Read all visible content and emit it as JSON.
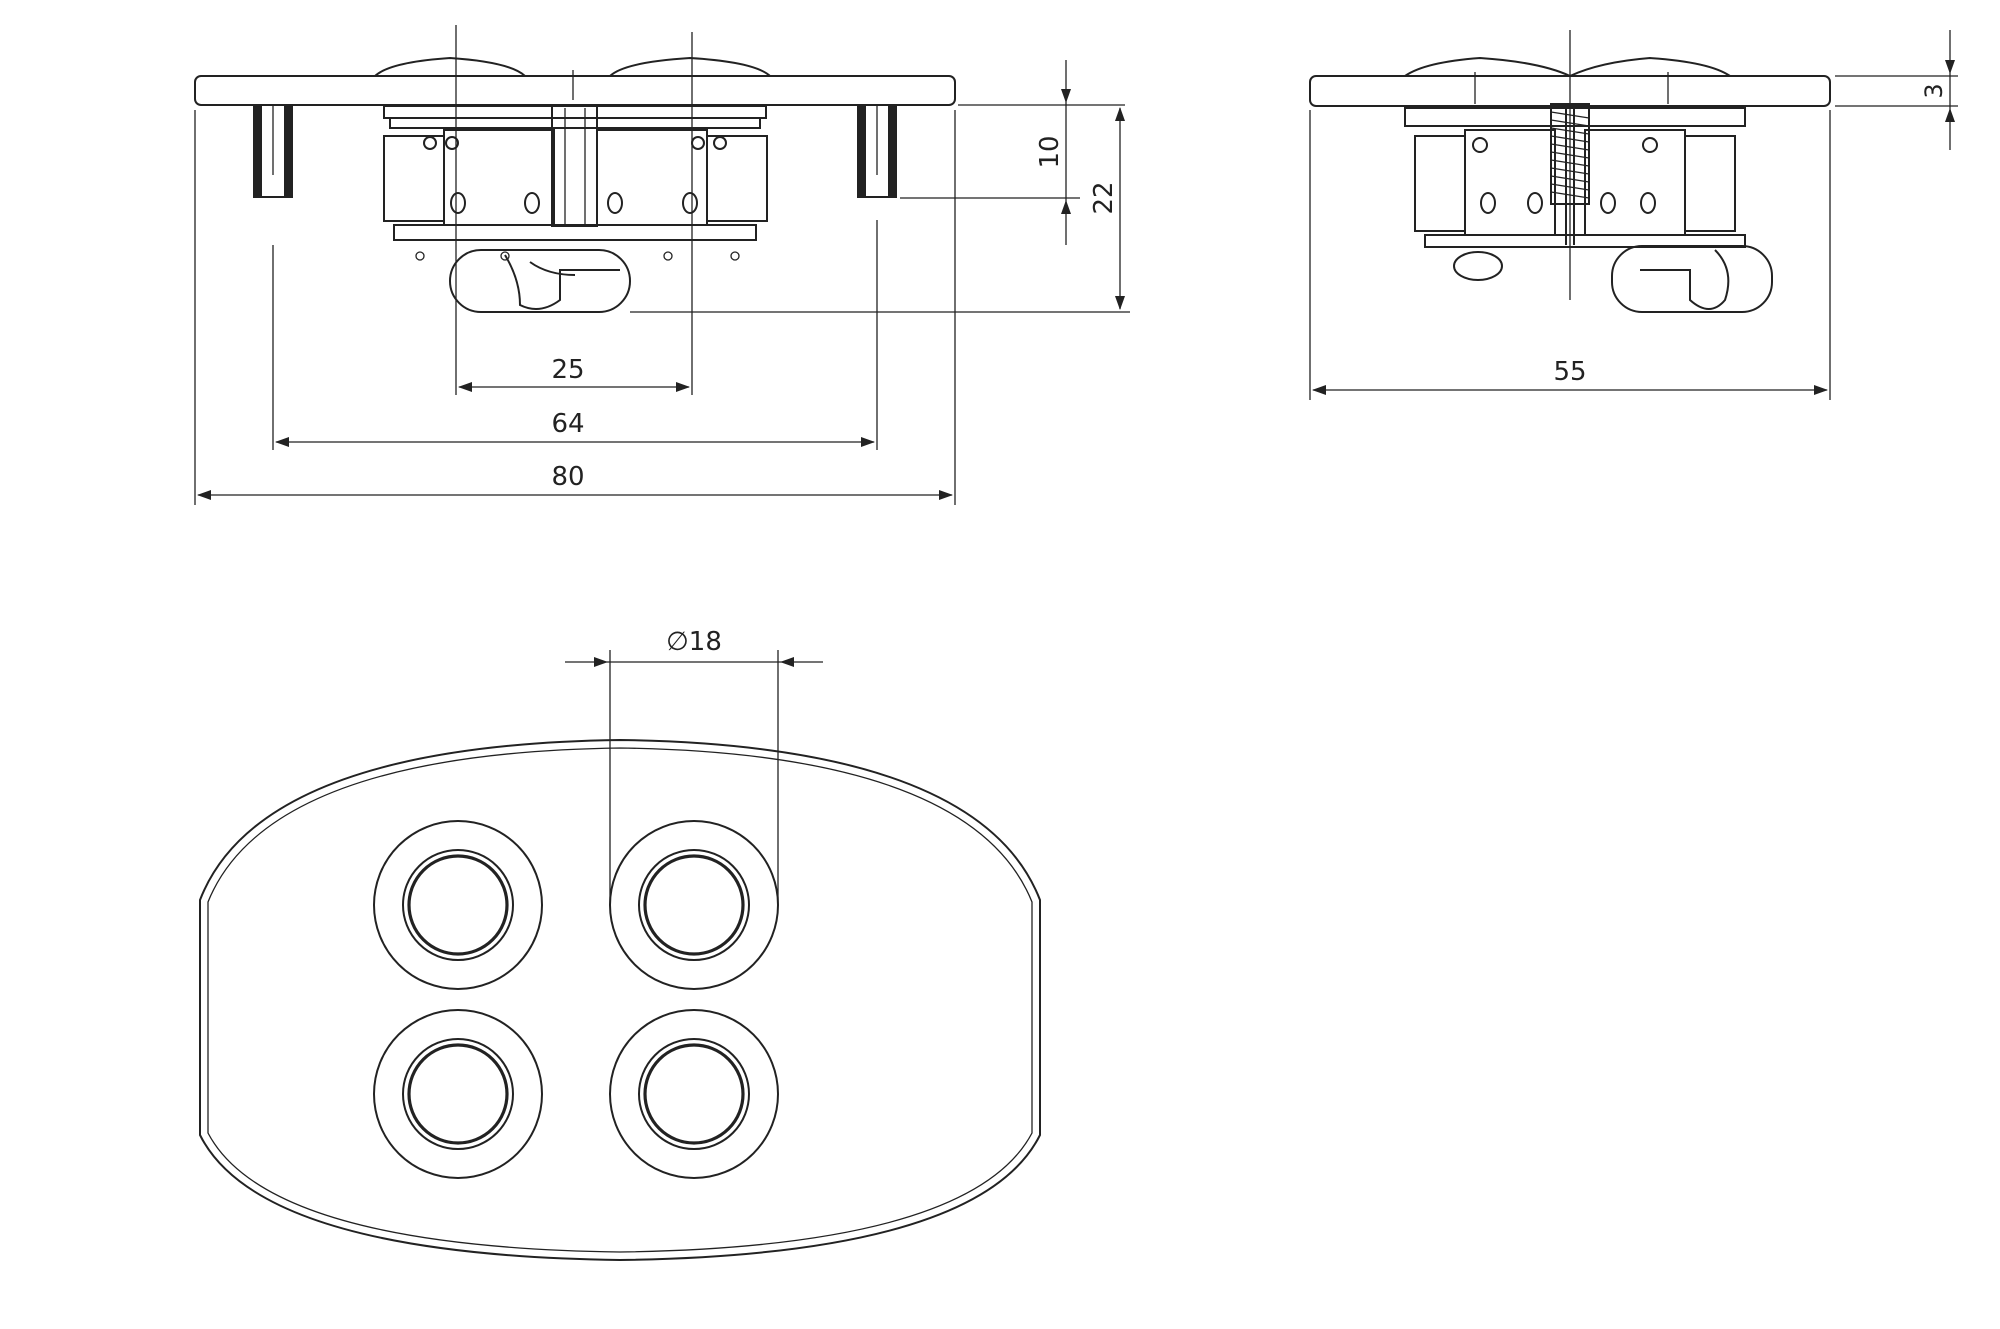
{
  "dimensions": {
    "front_total_width": "80",
    "front_mount_spacing": "64",
    "front_socket_spacing": "25",
    "front_depth_small": "10",
    "front_depth_total": "22",
    "side_width": "55",
    "side_plate_thickness": "3",
    "socket_diameter": "∅18"
  },
  "colors": {
    "line": "#222222",
    "background": "#ffffff"
  }
}
